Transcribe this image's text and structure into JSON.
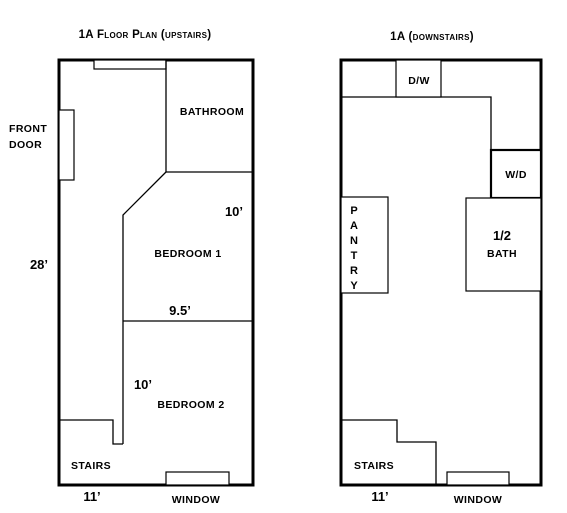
{
  "upstairs": {
    "title": "1A Floor Plan (upstairs)",
    "labels": {
      "front_door_1": "FRONT",
      "front_door_2": "DOOR",
      "bathroom": "BATHROOM",
      "bedroom1": "BEDROOM 1",
      "bedroom2": "BEDROOM 2",
      "stairs": "STAIRS",
      "window": "WINDOW"
    },
    "dimensions": {
      "length": "28’",
      "width": "11’",
      "bedroom1_depth": "10’",
      "bedroom1_width": "9.5’",
      "bedroom2_depth": "10’"
    }
  },
  "downstairs": {
    "title": "1A (downstairs)",
    "labels": {
      "dw": "D/W",
      "wd": "W/D",
      "pantry": [
        "P",
        "A",
        "N",
        "T",
        "R",
        "Y"
      ],
      "half_1": "1/2",
      "half_2": "BATH",
      "stairs": "STAIRS",
      "window": "WINDOW"
    },
    "dimensions": {
      "width": "11’"
    }
  }
}
